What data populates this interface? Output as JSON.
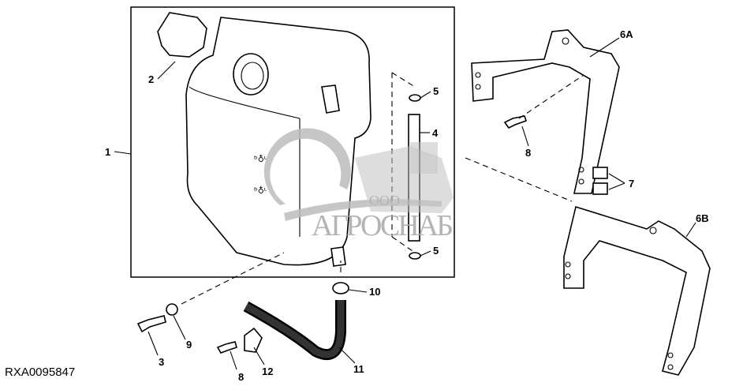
{
  "diagram": {
    "reference_code": "RXA0095847",
    "watermark": {
      "company_prefix": "ООО",
      "company_name": "АГРОСНАБ"
    },
    "callouts": [
      {
        "id": "c1",
        "label": "1"
      },
      {
        "id": "c2",
        "label": "2"
      },
      {
        "id": "c3",
        "label": "3"
      },
      {
        "id": "c4",
        "label": "4"
      },
      {
        "id": "c5a",
        "label": "5"
      },
      {
        "id": "c5b",
        "label": "5"
      },
      {
        "id": "c6a",
        "label": "6A"
      },
      {
        "id": "c6b",
        "label": "6B"
      },
      {
        "id": "c7",
        "label": "7"
      },
      {
        "id": "c8a",
        "label": "8"
      },
      {
        "id": "c8b",
        "label": "8"
      },
      {
        "id": "c9",
        "label": "9"
      },
      {
        "id": "c10",
        "label": "10"
      },
      {
        "id": "c11",
        "label": "11"
      },
      {
        "id": "c12",
        "label": "12"
      }
    ]
  }
}
